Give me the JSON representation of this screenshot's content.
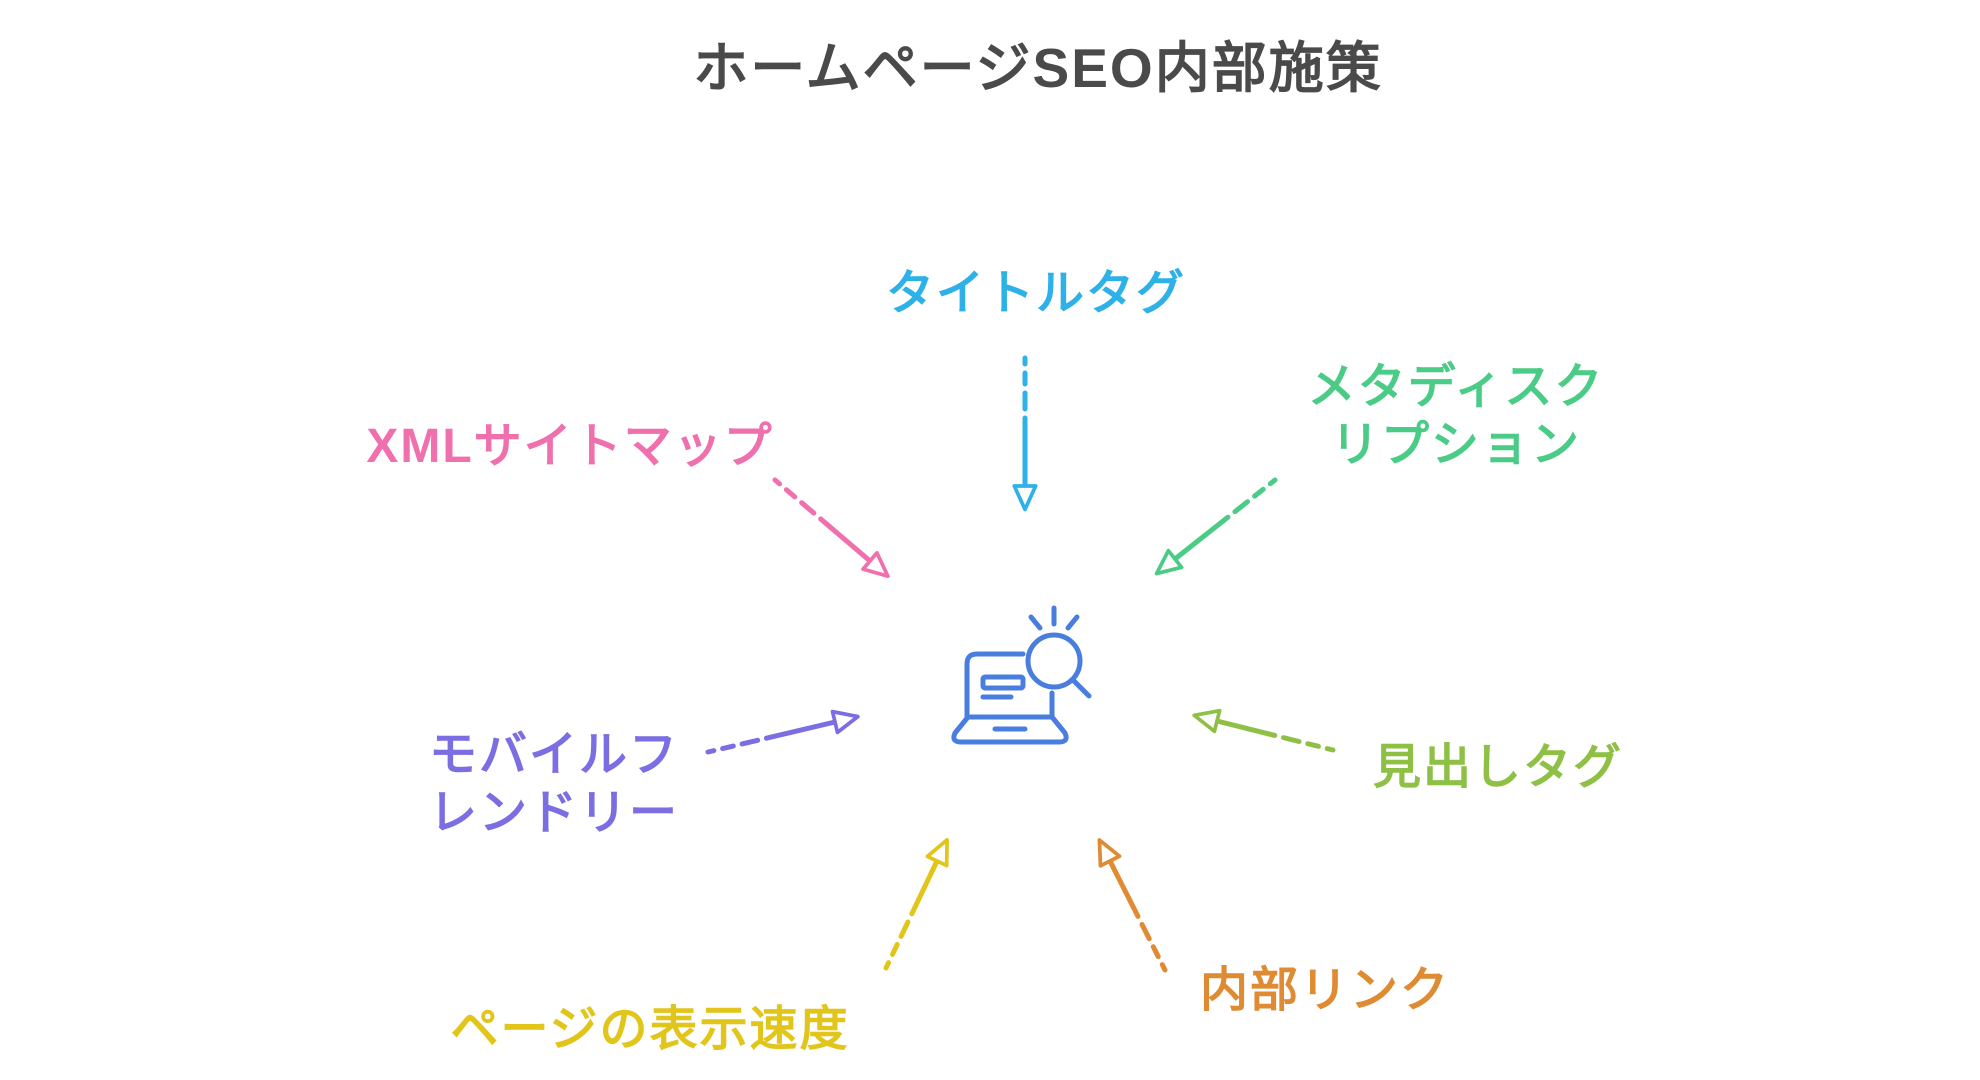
{
  "title": "ホームページSEO内部施策",
  "title_color": "#4a4a4a",
  "background": "#ffffff",
  "center_icon": {
    "name": "laptop-search-icon",
    "color": "#4a7ede"
  },
  "items": [
    {
      "id": "title-tag",
      "label": "タイトルタグ",
      "color": "#2eb1e8"
    },
    {
      "id": "meta-description",
      "label": "メタディスクリプション",
      "label_lines": [
        "メタディスク",
        "リプション"
      ],
      "color": "#4acb86"
    },
    {
      "id": "xml-sitemap",
      "label": "XMLサイトマップ",
      "color": "#f06fad"
    },
    {
      "id": "mobile-friendly",
      "label": "モバイルフレンドリー",
      "label_lines": [
        "モバイルフ",
        "レンドリー"
      ],
      "color": "#7a6ee2"
    },
    {
      "id": "heading-tag",
      "label": "見出しタグ",
      "color": "#8fc046"
    },
    {
      "id": "page-speed",
      "label": "ページの表示速度",
      "color": "#e2c51b"
    },
    {
      "id": "internal-link",
      "label": "内部リンク",
      "color": "#de8b33"
    }
  ]
}
